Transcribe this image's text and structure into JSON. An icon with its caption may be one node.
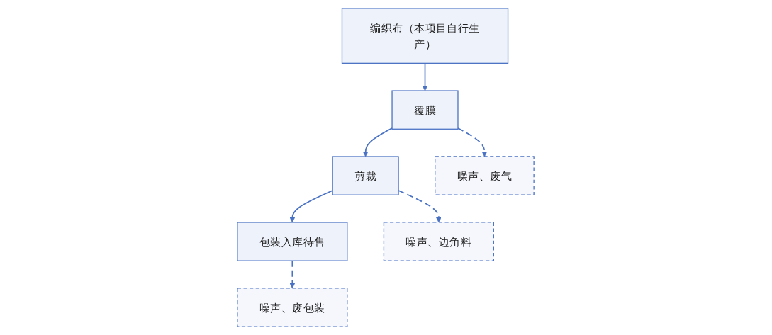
{
  "diagram": {
    "nodes": [
      {
        "text": [
          "编织布（本项目自行生产）"
        ]
      },
      {
        "text": [
          "覆膜"
        ]
      },
      {
        "text": [
          "剪裁"
        ]
      },
      {
        "text": [
          "包装入库待售"
        ]
      },
      {
        "text": [
          "噪声、废气"
        ]
      },
      {
        "text": [
          "噪声、边角料"
        ]
      },
      {
        "text": [
          "噪声、废包装"
        ]
      }
    ],
    "edges": [
      {
        "from": 0,
        "to": 1,
        "arrow": "to"
      },
      {
        "from": 1,
        "to": 2,
        "arrow": "to"
      },
      {
        "from": 2,
        "to": 3,
        "arrow": "to"
      },
      {
        "from": 1,
        "to": 4,
        "arrow": "to",
        "style": "dashed"
      },
      {
        "from": 2,
        "to": 5,
        "arrow": "to",
        "style": "dashed"
      },
      {
        "from": 3,
        "to": 6,
        "arrow": "to",
        "style": "dashed"
      }
    ]
  }
}
